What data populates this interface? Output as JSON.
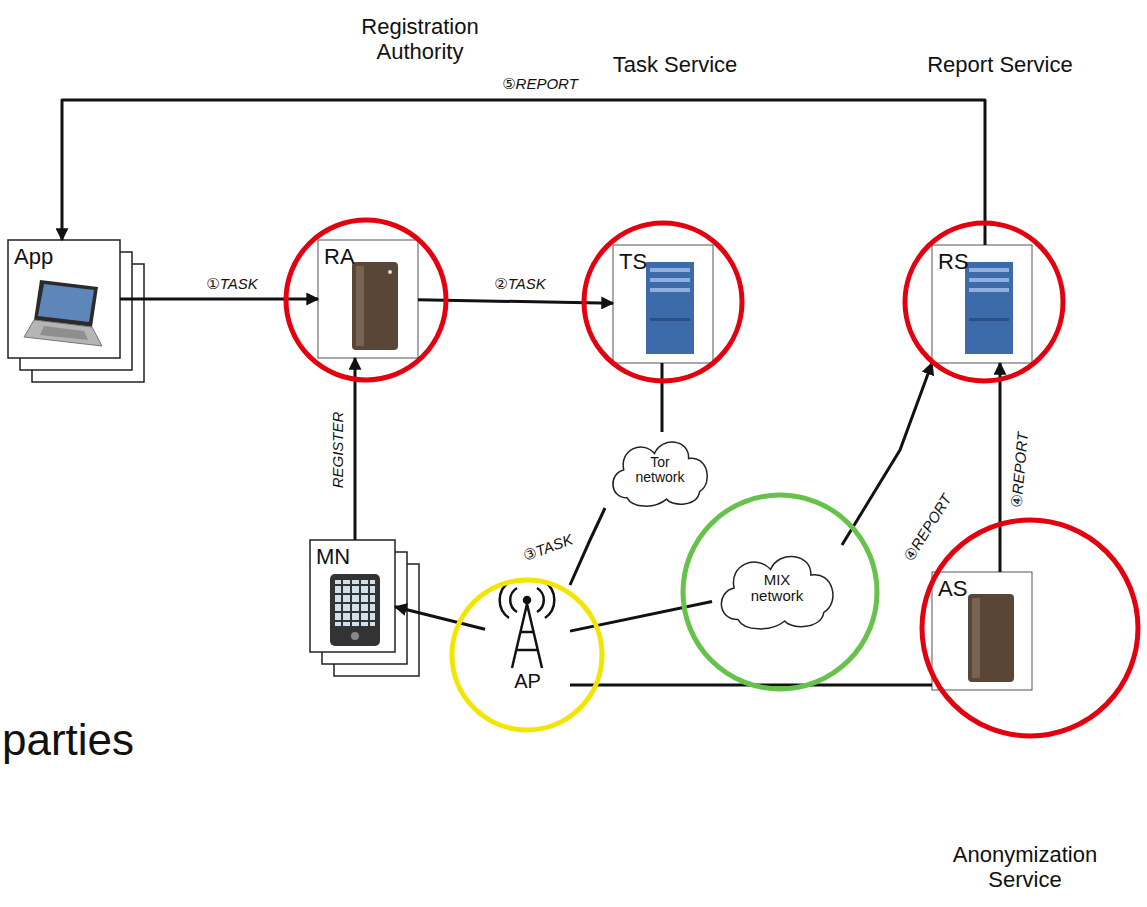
{
  "diagram": {
    "nodes": [
      {
        "text": [
          "App"
        ]
      },
      {
        "text": [
          "RA"
        ]
      },
      {
        "text": [
          "TS"
        ]
      },
      {
        "text": [
          "RS"
        ]
      },
      {
        "text": [
          "Tor network"
        ]
      },
      {
        "text": [
          "MIX network"
        ]
      },
      {
        "text": [
          "MN"
        ]
      },
      {
        "text": [
          "AP"
        ]
      },
      {
        "text": [
          "AS"
        ]
      }
    ],
    "edges": [
      {
        "from": 0,
        "to": 1,
        "arrow": "to",
        "label": "①TASK"
      },
      {
        "from": 1,
        "to": 2,
        "arrow": "to",
        "label": "②TASK"
      },
      {
        "from": 6,
        "to": 1,
        "arrow": "to",
        "label": "REGISTER"
      },
      {
        "from": 2,
        "to": 4,
        "arrow": "none"
      },
      {
        "from": 4,
        "to": 7,
        "arrow": "none",
        "label": "③TASK"
      },
      {
        "from": 7,
        "to": 6,
        "arrow": "to"
      },
      {
        "from": 7,
        "to": 5,
        "arrow": "none"
      },
      {
        "from": 5,
        "to": 3,
        "arrow": "to",
        "label": "④REPORT"
      },
      {
        "from": 7,
        "to": 8,
        "arrow": "none"
      },
      {
        "from": 8,
        "to": 3,
        "arrow": "to",
        "label": "④REPORT"
      },
      {
        "from": 3,
        "to": 0,
        "arrow": "to",
        "label": "⑤REPORT"
      }
    ],
    "labels": [
      "Registration Authority",
      "Task Service",
      "Report Service",
      "Anonymization Service",
      "parties"
    ]
  }
}
